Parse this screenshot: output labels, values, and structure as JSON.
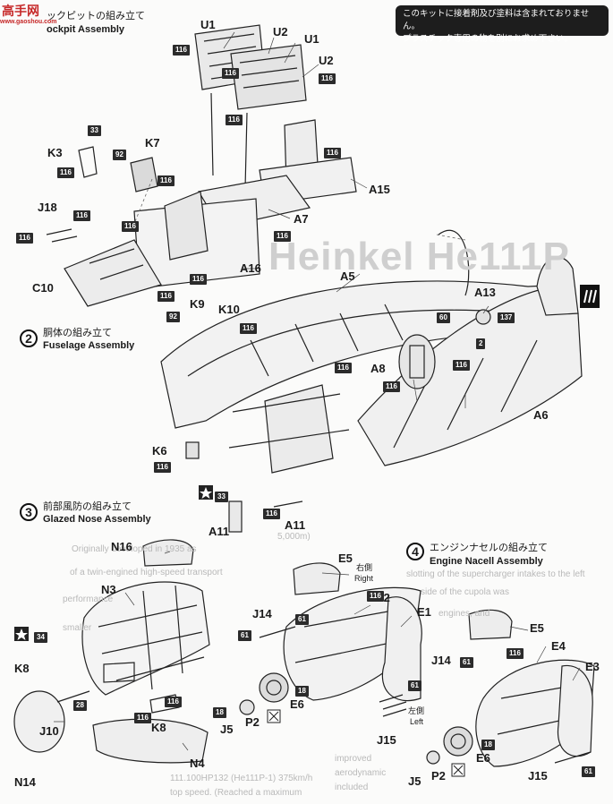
{
  "watermark": {
    "logo": "高手网",
    "site": "www.gaoshou.com"
  },
  "notice": {
    "line1": "このキットに接着剤及び塗料は含まれておりません。",
    "line2": "プラスチック専用の物を別にお求め下さい。"
  },
  "steps": {
    "s1": {
      "jp": "ックピットの組み立て",
      "en": "ockpit Assembly"
    },
    "s2": {
      "num": "2",
      "jp": "胴体の組み立て",
      "en": "Fuselage Assembly"
    },
    "s3": {
      "num": "3",
      "jp": "前部風防の組み立て",
      "en": "Glazed Nose Assembly"
    },
    "s4": {
      "num": "4",
      "jp": "エンジンナセルの組み立て",
      "en": "Engine Nacell Assembly"
    }
  },
  "sides": {
    "right_jp": "右側",
    "right_en": "Right",
    "left_jp": "左側",
    "left_en": "Left"
  },
  "parts": {
    "U1": "U1",
    "U2": "U2",
    "K3": "K3",
    "K7": "K7",
    "J18": "J18",
    "C10": "C10",
    "A15": "A15",
    "A7": "A7",
    "A16": "A16",
    "A5": "A5",
    "A13": "A13",
    "K9": "K9",
    "K10": "K10",
    "A8": "A8",
    "A6": "A6",
    "K6": "K6",
    "A11": "A11",
    "N16": "N16",
    "N3": "N3",
    "K8": "K8",
    "J10": "J10",
    "N14": "N14",
    "N4": "N4",
    "E5": "E5",
    "E2": "E2",
    "E1": "E1",
    "J14": "J14",
    "E6": "E6",
    "J5": "J5",
    "P2": "P2",
    "J15": "J15",
    "E4": "E4",
    "E3": "E3"
  },
  "codes": {
    "c116": "116",
    "c92": "92",
    "c33": "33",
    "c60": "60",
    "c137": "137",
    "c2": "2",
    "c61": "61",
    "c18": "18",
    "c28": "28",
    "c34": "34"
  },
  "background": {
    "title": "Heinkel He111P",
    "p1": "Originally developed in 1935 as",
    "p2": "of a twin-engined high-speed transport",
    "p3": "performance",
    "p4": "smaller",
    "p5": "slotting of the supercharger intakes to the left",
    "p6": "side of the cupola was",
    "p7": "engines, and",
    "p8": "111.100HP132 (He111P-1) 375km/h",
    "p9": "top speed. (Reached a maximum",
    "p10": "5,000m)",
    "p11": "improved",
    "p12": "aerodynamic",
    "p13": "included"
  },
  "icons": [
    "star-icon",
    "scissors-icon",
    "dotted-decal-icon"
  ]
}
